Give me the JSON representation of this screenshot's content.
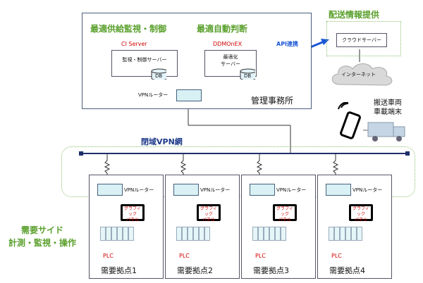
{
  "top": {
    "supply_title": "最適供給監視・制御",
    "auto_title": "最適自動判断",
    "delivery_title": "配送情報提供",
    "ci_server": "CI Server",
    "ddmonex": "DDMOnEX",
    "monitor_server": "監視・制御サーバー",
    "optimize_server": "最適化\nサーバー",
    "db": "DB",
    "vpn_router": "VPNルーター",
    "office": "管理事務所",
    "api": "API連携",
    "cloud_server": "クラウドサーバー",
    "internet": "インターネット",
    "vehicle": "搬送車両\n車載端末"
  },
  "network": {
    "closed_vpn": "閉域VPN網"
  },
  "demand": {
    "side_title_line1": "需要サイド",
    "side_title_line2": "計測・監視・操作",
    "router_label": "VPNルーター",
    "panel_label": "グラフィック\nパネル",
    "plc_label": "PLC",
    "sites": [
      "需要拠点1",
      "需要拠点2",
      "需要拠点3",
      "需要拠点4"
    ]
  }
}
